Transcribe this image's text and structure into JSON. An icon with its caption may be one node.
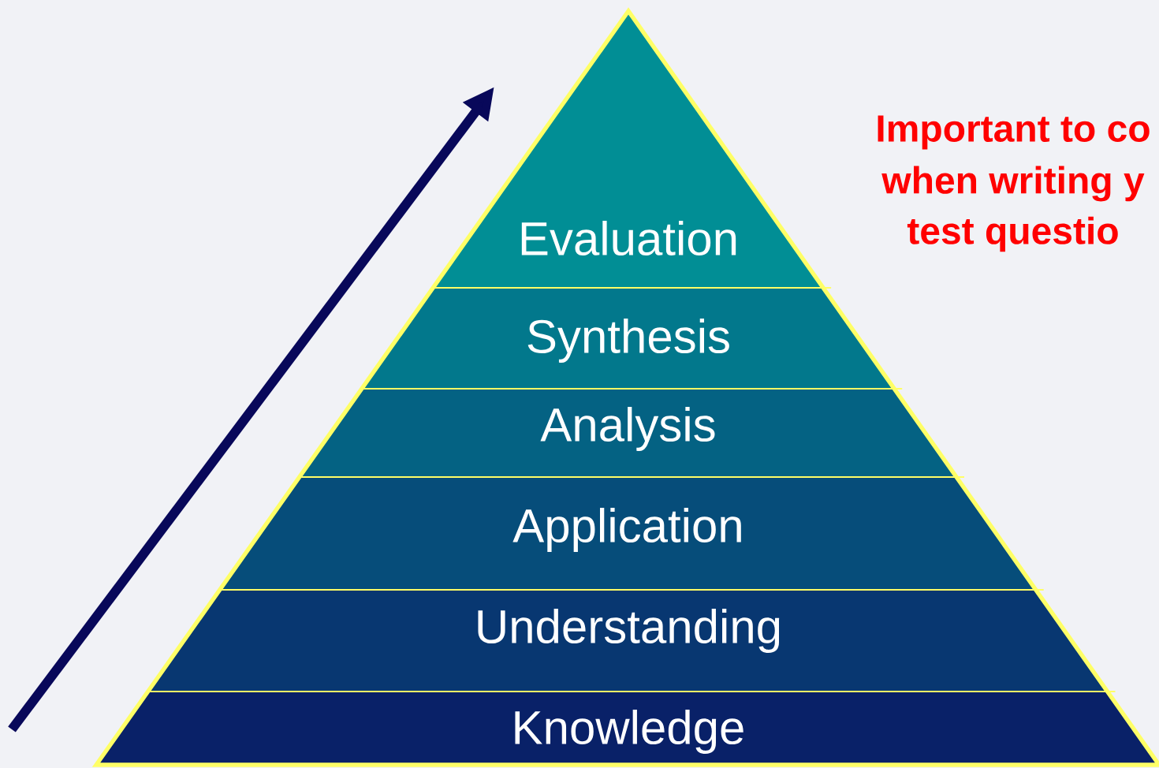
{
  "diagram": {
    "nodes": [
      {
        "text": [
          "Evaluation"
        ]
      },
      {
        "text": [
          "Synthesis"
        ]
      },
      {
        "text": [
          "Analysis"
        ]
      },
      {
        "text": [
          "Application"
        ]
      },
      {
        "text": [
          "Understanding"
        ]
      },
      {
        "text": [
          "Knowledge"
        ]
      }
    ],
    "labels": [
      "Important to co",
      "when writing y",
      "test questio"
    ]
  }
}
